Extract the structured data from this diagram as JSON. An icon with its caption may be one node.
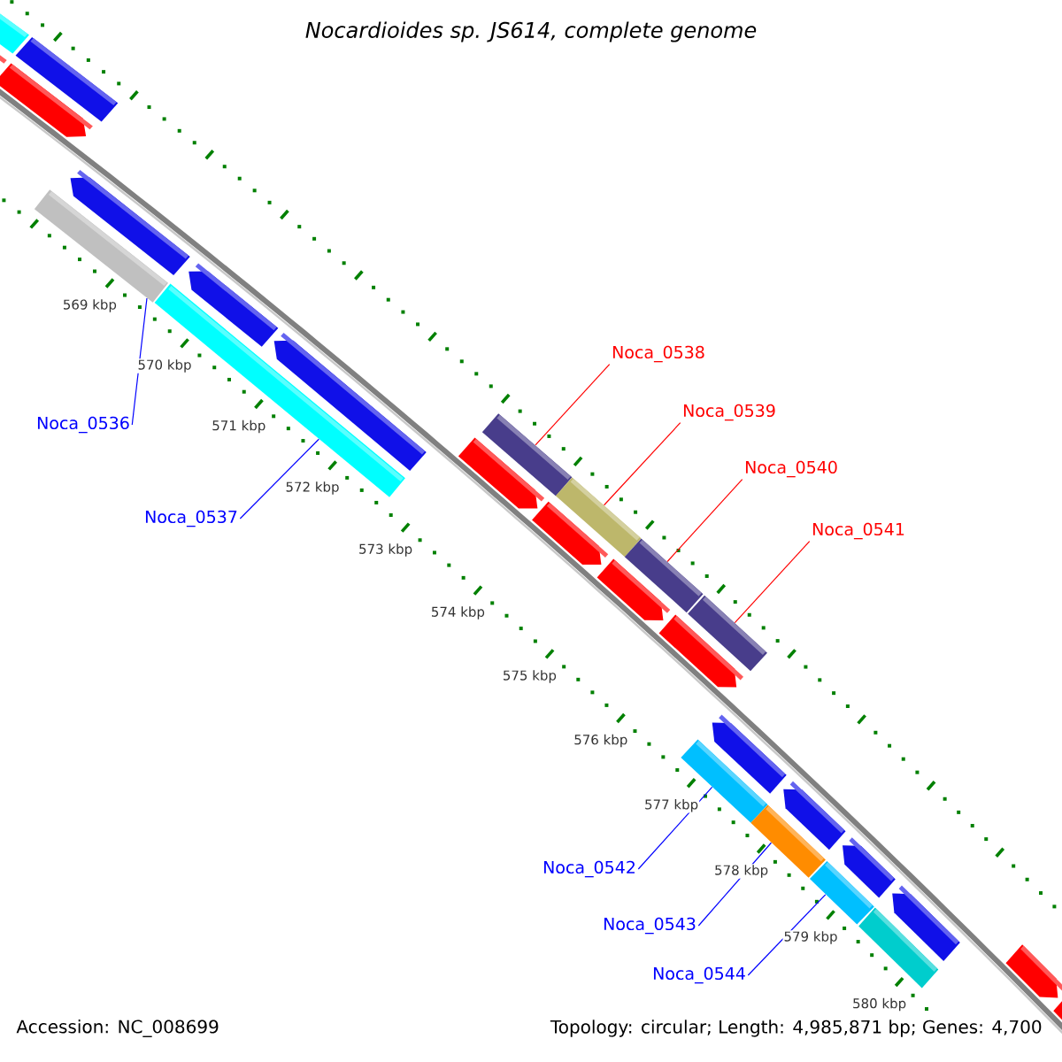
{
  "diagram": {
    "title": "Nocardioides sp. JS614, complete genome",
    "nodes": [
      {
        "text": [
          "Noca_0536"
        ]
      },
      {
        "text": [
          "Noca_0537"
        ]
      },
      {
        "text": [
          "Noca_0538"
        ]
      },
      {
        "text": [
          "Noca_0539"
        ]
      },
      {
        "text": [
          "Noca_0540"
        ]
      },
      {
        "text": [
          "Noca_0541"
        ]
      },
      {
        "text": [
          "Noca_0542"
        ]
      },
      {
        "text": [
          "Noca_0543"
        ]
      },
      {
        "text": [
          "Noca_0544"
        ]
      },
      {
        "text": [],
        "shape": "bar"
      },
      {
        "text": [],
        "shape": "bar"
      },
      {
        "text": [],
        "shape": "bar"
      },
      {
        "text": [],
        "shape": "bar"
      },
      {
        "text": [],
        "shape": "bar"
      },
      {
        "text": [],
        "shape": "bar"
      },
      {
        "text": [],
        "shape": "bar"
      },
      {
        "text": [],
        "shape": "bar"
      },
      {
        "text": [],
        "shape": "bar"
      }
    ],
    "edges": [
      {
        "from": 0,
        "to": 9,
        "arrow": "none"
      },
      {
        "from": 1,
        "to": 10,
        "arrow": "none"
      },
      {
        "from": 2,
        "to": 11,
        "arrow": "none",
        "color": "#ff0000"
      },
      {
        "from": 3,
        "to": 12,
        "arrow": "none",
        "color": "#ff0000"
      },
      {
        "from": 4,
        "to": 13,
        "arrow": "none",
        "color": "#ff0000"
      },
      {
        "from": 5,
        "to": 14,
        "arrow": "none",
        "color": "#ff0000"
      },
      {
        "from": 6,
        "to": 15,
        "arrow": "none"
      },
      {
        "from": 7,
        "to": 16,
        "arrow": "none"
      },
      {
        "from": 8,
        "to": 17,
        "arrow": "none"
      }
    ],
    "labels": [
      "569 kbp",
      "570 kbp",
      "571 kbp",
      "572 kbp",
      "573 kbp",
      "574 kbp",
      "575 kbp",
      "576 kbp",
      "577 kbp",
      "578 kbp",
      "579 kbp",
      "580 kbp",
      "Accession: NC_008699",
      "Topology: circular; Length: 4,985,871 bp; Genes: 4,700"
    ]
  }
}
